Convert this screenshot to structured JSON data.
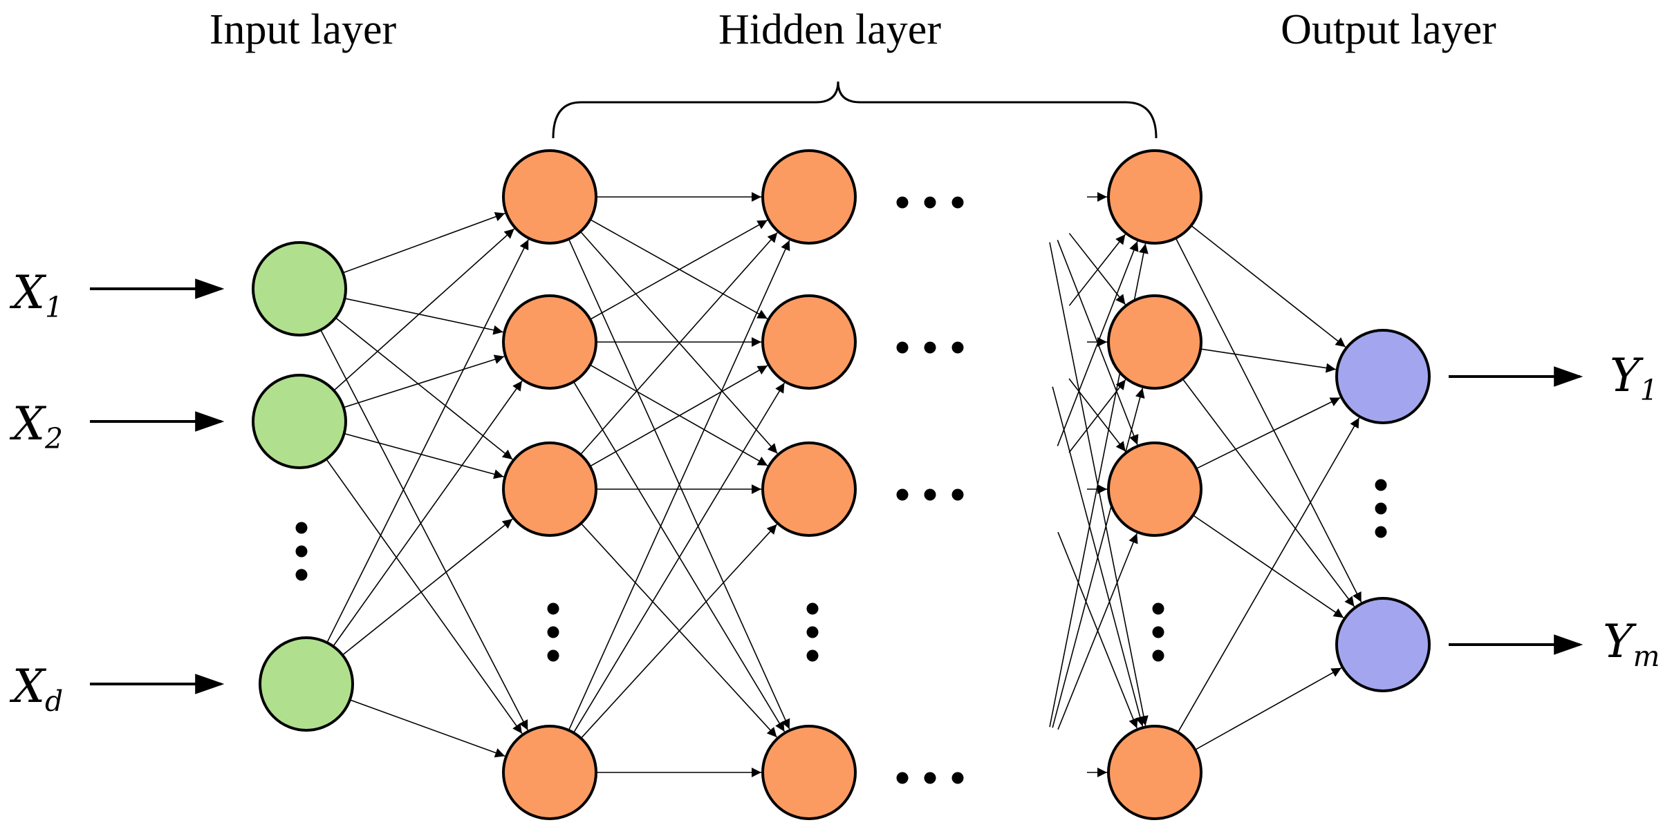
{
  "labels": {
    "input_layer": "Input layer",
    "hidden_layer": "Hidden layer",
    "output_layer": "Output layer"
  },
  "inputs": [
    {
      "base": "X",
      "sub": "1"
    },
    {
      "base": "X",
      "sub": "2"
    },
    {
      "base": "X",
      "sub": "d"
    }
  ],
  "outputs": [
    {
      "base": "Y",
      "sub": "1"
    },
    {
      "base": "Y",
      "sub": "m"
    }
  ],
  "colors": {
    "input_node": "#b0e08e",
    "hidden_node": "#fb9b62",
    "output_node": "#a3a6ee",
    "stroke": "#000000"
  }
}
